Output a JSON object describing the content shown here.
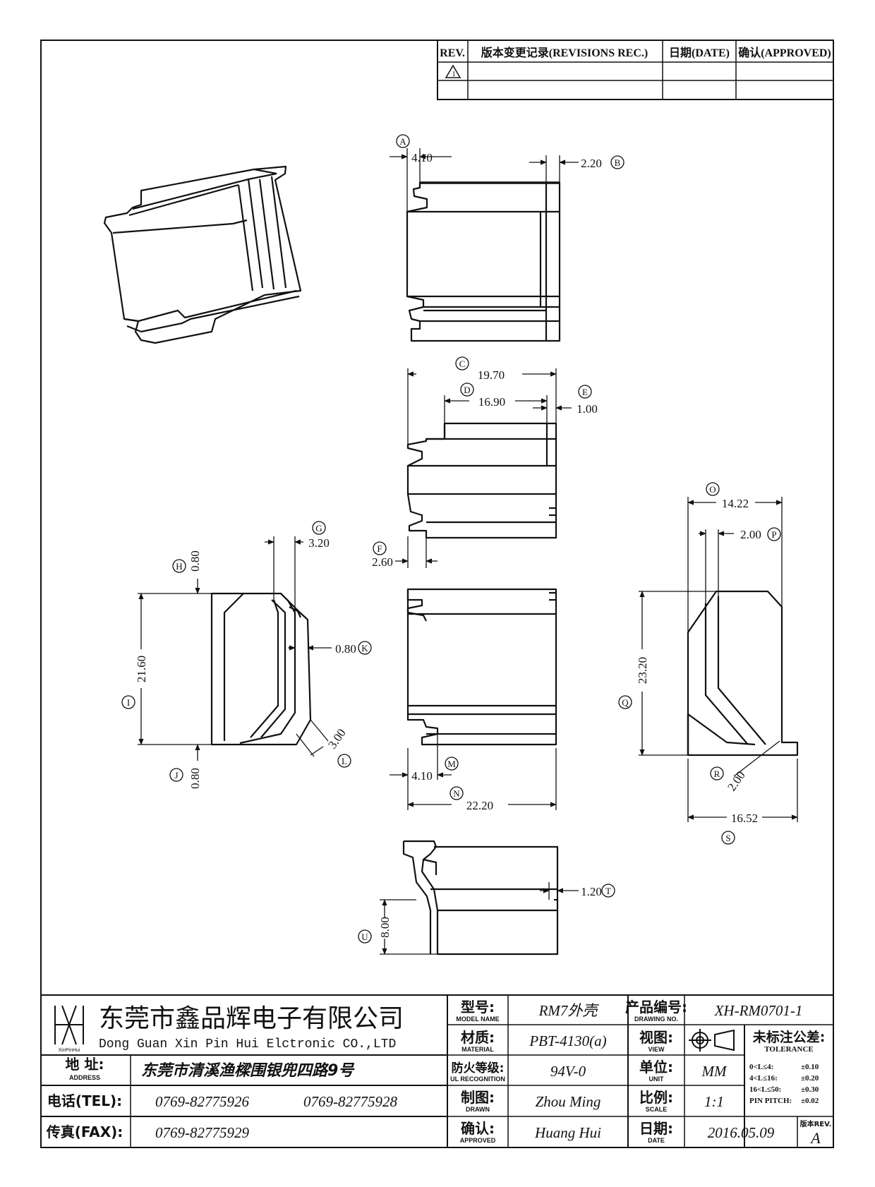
{
  "revision_table": {
    "headers": [
      "REV.",
      "版本变更记录(REVISIONS REC.)",
      "日期(DATE)",
      "确认(APPROVED)"
    ],
    "rev_symbol": "1"
  },
  "dimensions": {
    "A": "4.10",
    "B": "2.20",
    "C": "19.70",
    "D": "16.90",
    "E": "1.00",
    "F": "2.60",
    "G": "3.20",
    "H": "0.80",
    "I": "21.60",
    "J": "0.80",
    "K": "0.80",
    "L": "3.00",
    "M": "4.10",
    "N": "22.20",
    "O": "14.22",
    "P": "2.00",
    "Q": "23.20",
    "R": "2.00",
    "S": "16.52",
    "T": "1.20",
    "U": "8.00"
  },
  "title_block": {
    "logo_text": "XinPinHui",
    "company_cn": "东莞市鑫品辉电子有限公司",
    "company_en": "Dong Guan Xin Pin Hui Elctronic CO.,LTD",
    "address_label_cn": "地 址:",
    "address_label_en": "ADDRESS",
    "address": "东莞市清溪渔樑围银兜四路9号",
    "tel_label": "电话(TEL):",
    "tel_1": "0769-82775926",
    "tel_2": "0769-82775928",
    "fax_label": "传真(FAX):",
    "fax": "0769-82775929",
    "model_label_cn": "型号:",
    "model_label_en": "MODEL NAME",
    "model": "RM7外壳",
    "material_label_cn": "材质:",
    "material_label_en": "MATERIAL",
    "material": "PBT-4130(a)",
    "ul_label_cn": "防火等级:",
    "ul_label_en": "UL RECOGNITION",
    "ul": "94V-0",
    "drawn_label_cn": "制图:",
    "drawn_label_en": "DRAWN",
    "drawn": "Zhou Ming",
    "approved_label_cn": "确认:",
    "approved_label_en": "APPROVED",
    "approved": "Huang Hui",
    "drawing_no_label_cn": "产品编号:",
    "drawing_no_label_en": "DRAWING NO.",
    "drawing_no": "XH-RM0701-1",
    "view_label_cn": "视图:",
    "view_label_en": "VIEW",
    "unit_label_cn": "单位:",
    "unit_label_en": "UNIT",
    "unit": "MM",
    "scale_label_cn": "比例:",
    "scale_label_en": "SCALE",
    "scale": "1:1",
    "date_label_cn": "日期:",
    "date_label_en": "DATE",
    "date": "2016.05.09",
    "tolerance_label_cn": "未标注公差:",
    "tolerance_label_en": "TOLERANCE",
    "tolerance_rows": [
      {
        "range": "0<L≤4:",
        "value": "±0.10"
      },
      {
        "range": "4<L≤16:",
        "value": "±0.20"
      },
      {
        "range": "16<L≤50:",
        "value": "±0.30"
      },
      {
        "range": "PIN PITCH:",
        "value": "±0.02"
      }
    ],
    "rev_label": "版本REV.",
    "rev": "A"
  }
}
